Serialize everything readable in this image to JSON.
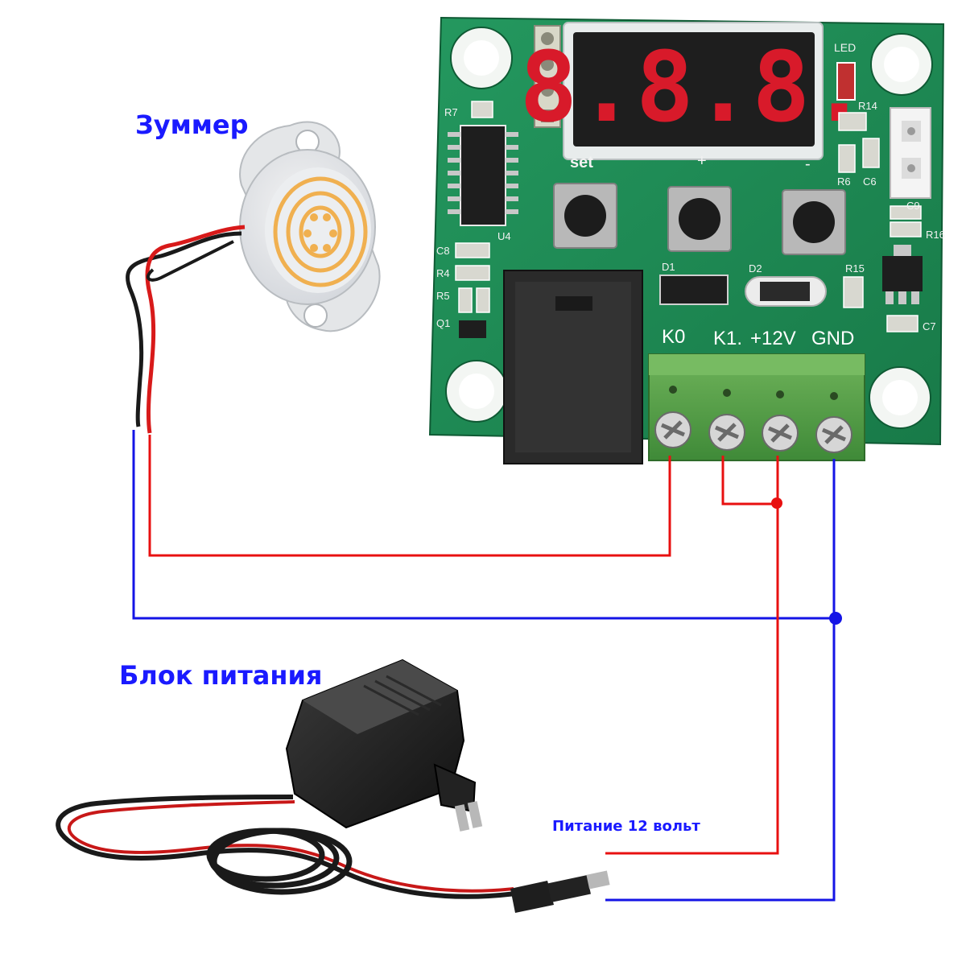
{
  "labels": {
    "buzzer": "Зуммер",
    "power_unit": "Блок питания",
    "supply": "Питание 12 вольт"
  },
  "board": {
    "display_digits": "8.8.8.",
    "silkscreen": {
      "set": "set",
      "plus": "+",
      "minus": "-",
      "led": "LED",
      "r7": "R7",
      "r14": "R14",
      "r6": "R6",
      "c6": "C6",
      "c9": "C9",
      "r16": "R16",
      "u4": "U4",
      "c8": "C8",
      "r4": "R4",
      "r5": "R5",
      "q1": "Q1",
      "d1": "D1",
      "d2": "D2",
      "r15": "R15",
      "c7": "C7"
    },
    "terminals": {
      "k0": "K0",
      "k1": "K1.",
      "v12": "+12V",
      "gnd": "GND"
    }
  },
  "colors": {
    "pcb": "#1f8a55",
    "pcb_dark": "#136c3f",
    "wire_red": "#e81010",
    "wire_blue": "#1414e6",
    "label_blue": "#1a1aff",
    "terminal_green": "#5aa24a",
    "relay_black": "#2a2a2a",
    "display_red": "#d81a2a"
  },
  "icons": {
    "buzzer": "buzzer-icon",
    "adapter": "power-adapter-icon",
    "relay": "relay-icon",
    "display": "seven-segment-display-icon"
  }
}
